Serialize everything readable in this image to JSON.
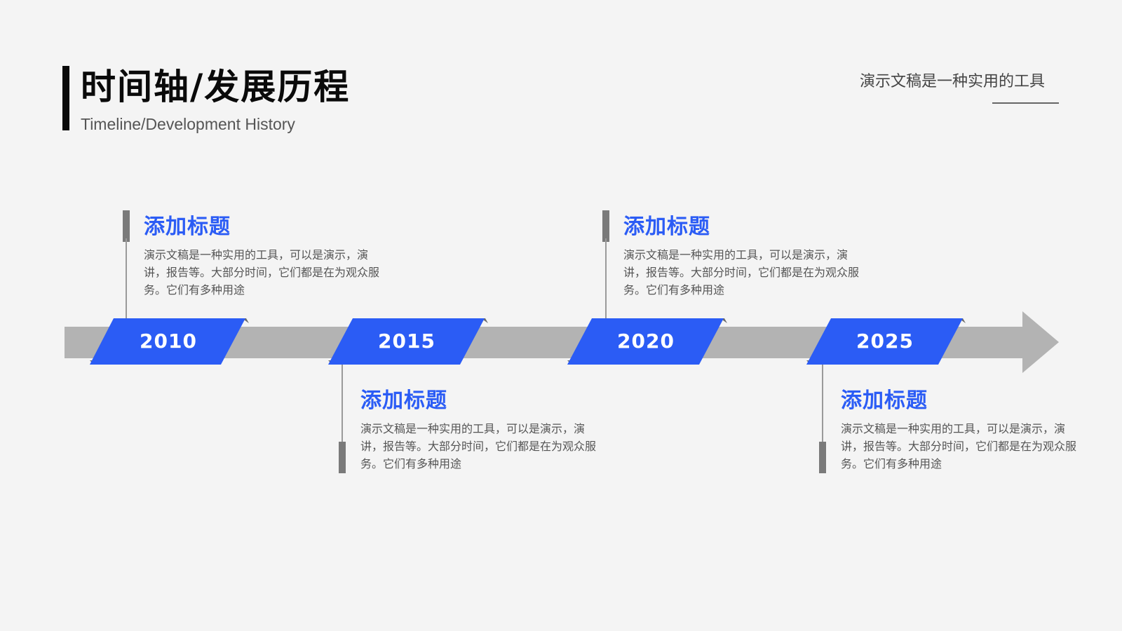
{
  "header": {
    "title": "时间轴/发展历程",
    "subtitle": "Timeline/Development History",
    "tagline": "演示文稿是一种实用的工具"
  },
  "colors": {
    "accent": "#2b5cf5",
    "arrow": "#b3b3b3",
    "title": "#0a0a0a"
  },
  "milestones": [
    {
      "year": "2010",
      "title": "添加标题",
      "text": "演示文稿是一种实用的工具，可以是演示，演讲，报告等。大部分时间，它们都是在为观众服务。它们有多种用途"
    },
    {
      "year": "2015",
      "title": "添加标题",
      "text": "演示文稿是一种实用的工具，可以是演示，演讲，报告等。大部分时间，它们都是在为观众服务。它们有多种用途"
    },
    {
      "year": "2020",
      "title": "添加标题",
      "text": "演示文稿是一种实用的工具，可以是演示，演讲，报告等。大部分时间，它们都是在为观众服务。它们有多种用途"
    },
    {
      "year": "2025",
      "title": "添加标题",
      "text": "演示文稿是一种实用的工具，可以是演示，演讲，报告等。大部分时间，它们都是在为观众服务。它们有多种用途"
    }
  ]
}
